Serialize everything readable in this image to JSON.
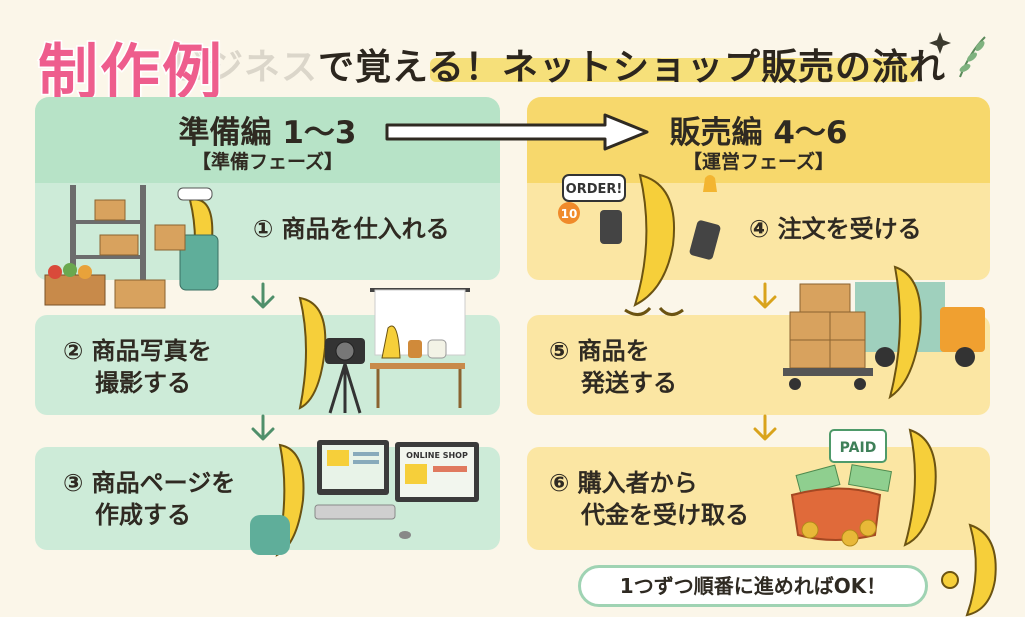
{
  "title": {
    "part1": "ビジネス",
    "part2": "で覚える！",
    "part3": "ネットショップ販売の流れ",
    "overlay": "制作例"
  },
  "phases": {
    "prep": {
      "title": "準備編 1〜3",
      "subtitle": "【準備フェーズ】"
    },
    "sales": {
      "title": "販売編 4〜6",
      "subtitle": "【運営フェーズ】"
    }
  },
  "steps": [
    {
      "line1": "① 商品を仕入れる",
      "line2": ""
    },
    {
      "line1": "② 商品写真を",
      "line2": "撮影する"
    },
    {
      "line1": "③ 商品ページを",
      "line2": "作成する"
    },
    {
      "line1": "④ 注文を受ける",
      "line2": ""
    },
    {
      "line1": "⑤ 商品を",
      "line2": "発送する"
    },
    {
      "line1": "⑥ 購入者から",
      "line2": "代金を受け取る"
    }
  ],
  "labels": {
    "order": "ORDER!",
    "badge": "10",
    "online_shop": "ONLINE SHOP",
    "paid": "PAID"
  },
  "footer": {
    "message": "1つずつ順番に進めればOK！"
  },
  "colors": {
    "prep": "#b7e3c7",
    "prep_step": "#cdebd8",
    "sales": "#f7d86c",
    "sales_step": "#fbe6a3",
    "banana": "#f6cf3a",
    "highlight": "#f6e07a",
    "overlay": "#ee5d8d"
  }
}
